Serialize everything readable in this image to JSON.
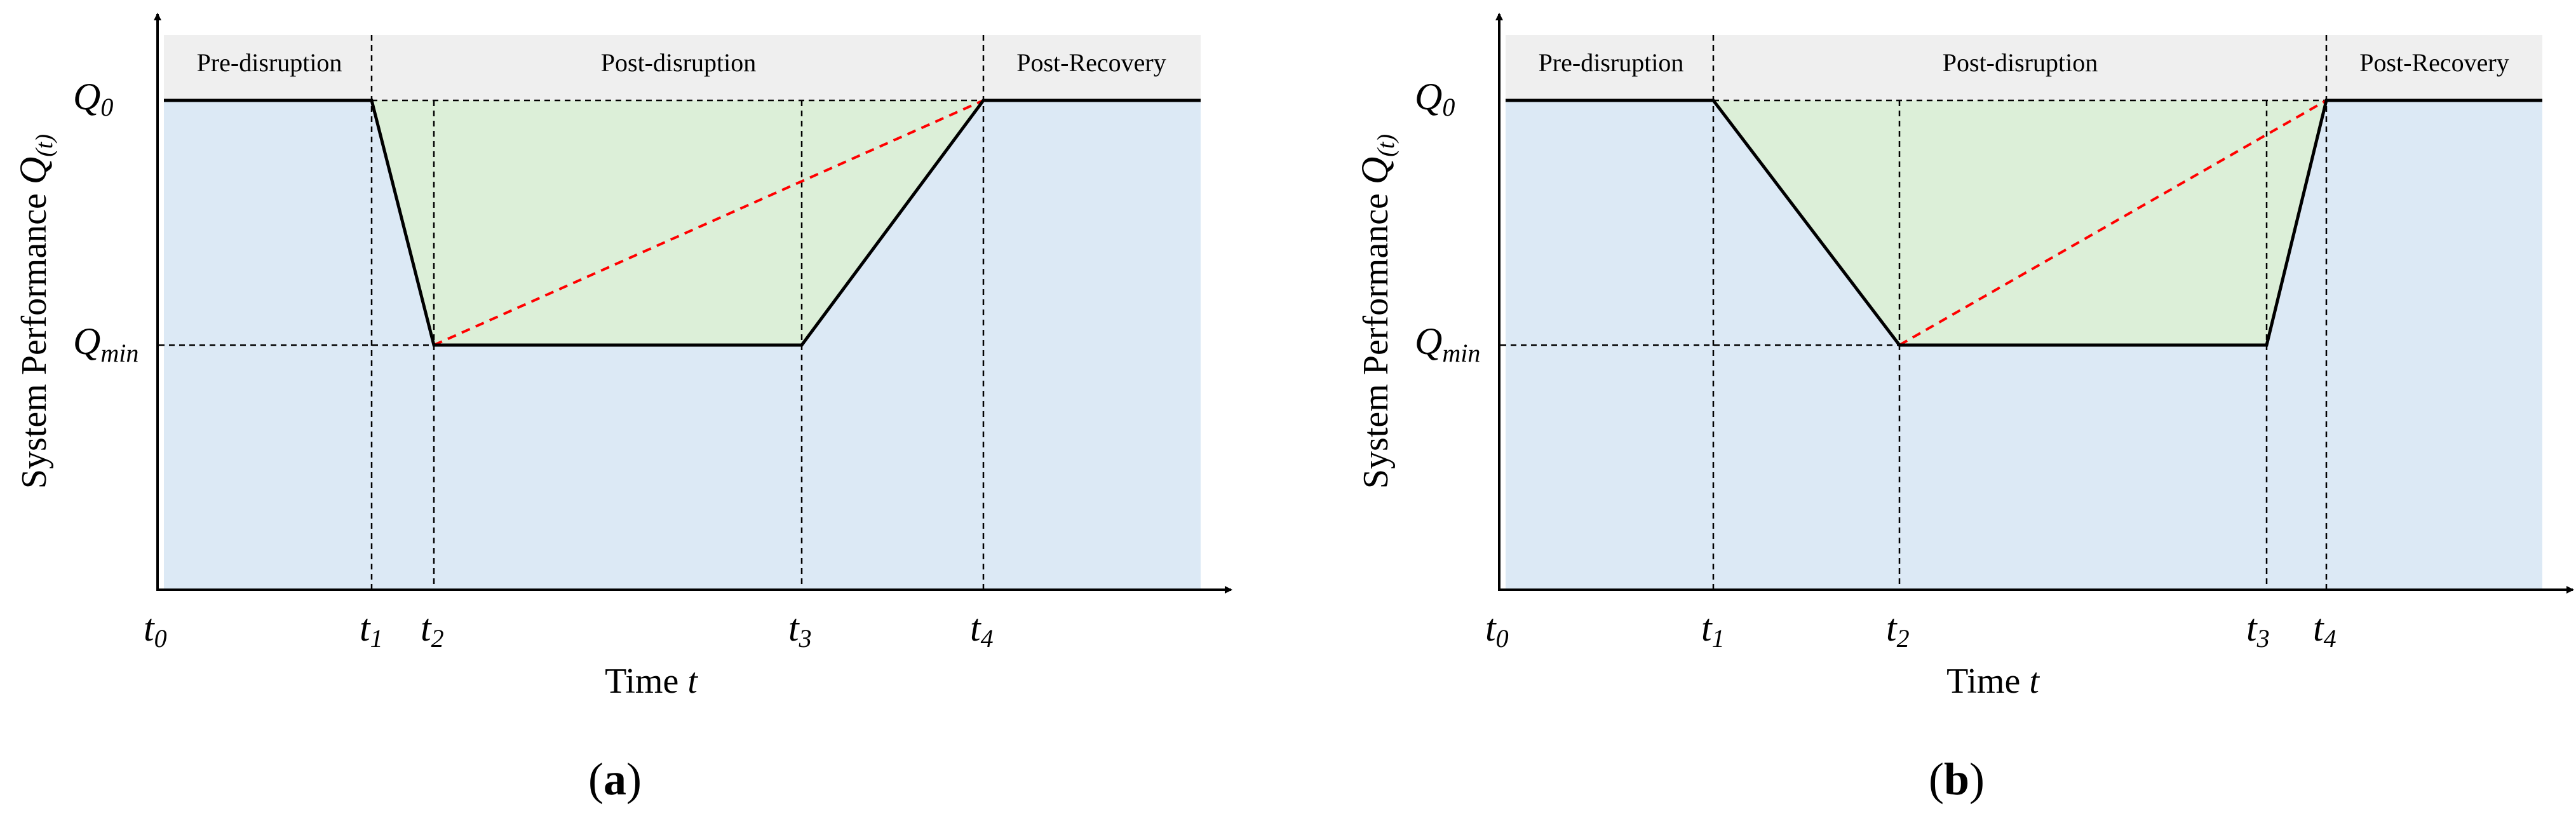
{
  "panels": [
    {
      "id": "a",
      "caption_open": "(",
      "caption_letter": "a",
      "caption_close": ")",
      "bands": [
        "Pre-disruption",
        "Post-disruption",
        "Post-Recovery"
      ],
      "ylabel_main": "System Performance ",
      "ylabel_q": "Q",
      "ylabel_sub": "(t)",
      "xlabel_main": "Time ",
      "xlabel_t": "t",
      "q0_main": "Q",
      "q0_sub": "0",
      "qmin_main": "Q",
      "qmin_sub": "min",
      "t_labels": [
        {
          "main": "t",
          "sub": "0"
        },
        {
          "main": "t",
          "sub": "1"
        },
        {
          "main": "t",
          "sub": "2"
        },
        {
          "main": "t",
          "sub": "3"
        },
        {
          "main": "t",
          "sub": "4"
        }
      ],
      "colors": {
        "band_bg": "#efefef",
        "area_blue": "#dce9f5",
        "area_green": "#dcefd8",
        "curve": "#000000",
        "dashed_red": "#ff0000"
      }
    },
    {
      "id": "b",
      "caption_open": "(",
      "caption_letter": "b",
      "caption_close": ")",
      "bands": [
        "Pre-disruption",
        "Post-disruption",
        "Post-Recovery"
      ],
      "ylabel_main": "System Performance ",
      "ylabel_q": "Q",
      "ylabel_sub": "(t)",
      "xlabel_main": "Time ",
      "xlabel_t": "t",
      "q0_main": "Q",
      "q0_sub": "0",
      "qmin_main": "Q",
      "qmin_sub": "min",
      "t_labels": [
        {
          "main": "t",
          "sub": "0"
        },
        {
          "main": "t",
          "sub": "1"
        },
        {
          "main": "t",
          "sub": "2"
        },
        {
          "main": "t",
          "sub": "3"
        },
        {
          "main": "t",
          "sub": "4"
        }
      ],
      "colors": {
        "band_bg": "#efefef",
        "area_blue": "#dce9f5",
        "area_green": "#dcefd8",
        "curve": "#000000",
        "dashed_red": "#ff0000"
      }
    }
  ]
}
